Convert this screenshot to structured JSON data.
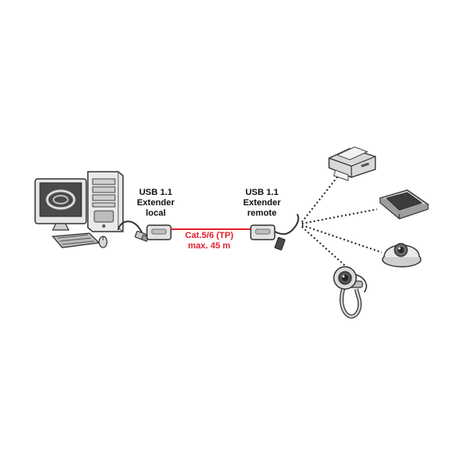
{
  "labels": {
    "local": {
      "line1": "USB 1.1",
      "line2": "Extender",
      "line3": "local"
    },
    "remote": {
      "line1": "USB 1.1",
      "line2": "Extender",
      "line3": "remote"
    },
    "cable": {
      "line1": "Cat.5/6 (TP)",
      "line2": "max. 45 m"
    }
  },
  "colors": {
    "cable": "#e3202e",
    "dotted_links": "#222222",
    "devices": "#3a3a3a"
  },
  "icons": [
    "computer-icon",
    "usb-extender-local-icon",
    "usb-extender-remote-icon",
    "printer-icon",
    "scanner-icon",
    "dome-camera-icon",
    "webcam-icon"
  ]
}
